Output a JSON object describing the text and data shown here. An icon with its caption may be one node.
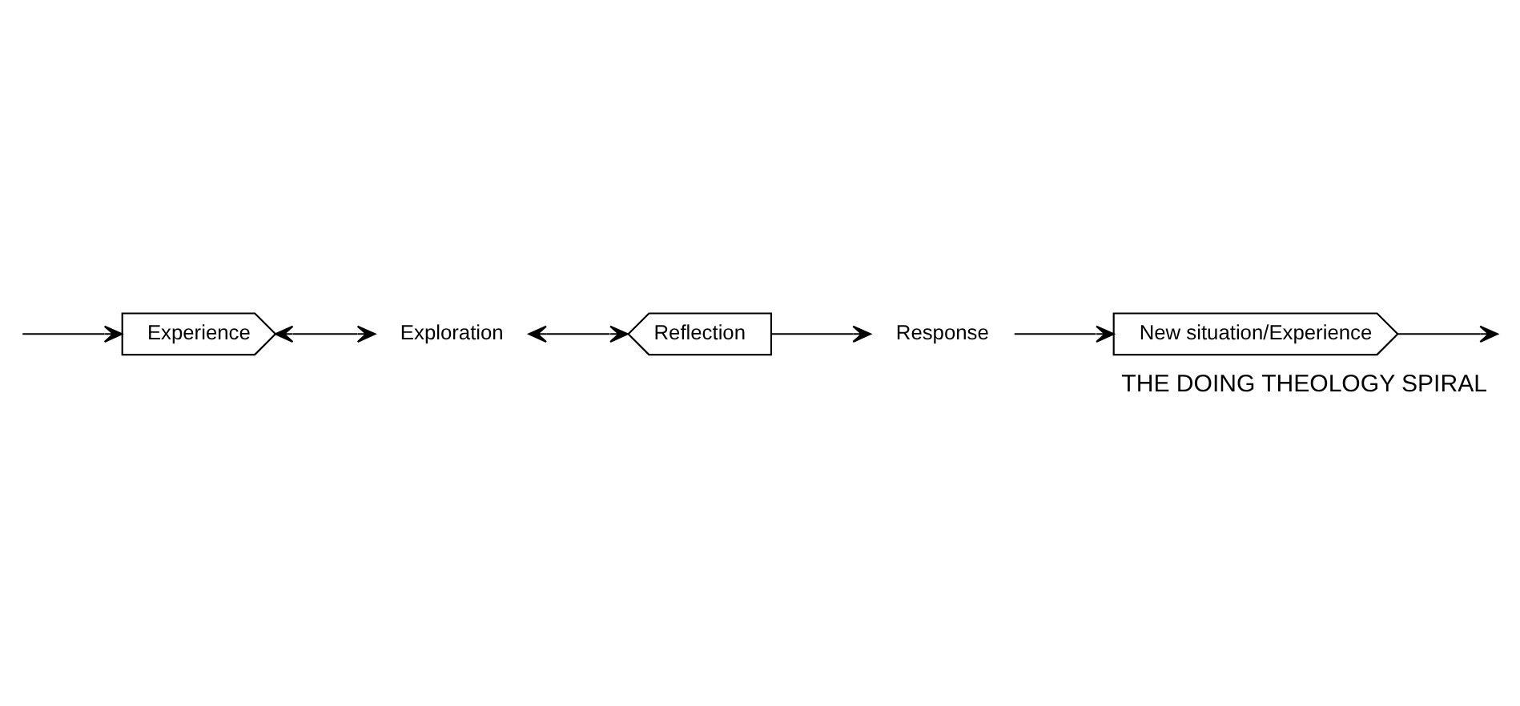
{
  "diagram": {
    "title": "THE DOING THEOLOGY SPIRAL",
    "nodes": [
      {
        "text": [
          "New situation/Experience"
        ]
      },
      {
        "text": [
          "Experience"
        ]
      },
      {
        "text": [
          "Exploration"
        ]
      },
      {
        "text": [
          "Reflection"
        ]
      },
      {
        "text": [
          "Response"
        ]
      }
    ],
    "edges": [
      {
        "from": null,
        "to": 1,
        "arrow": "to"
      },
      {
        "from": 1,
        "to": 2,
        "arrow": "both"
      },
      {
        "from": 2,
        "to": 3,
        "arrow": "both"
      },
      {
        "from": 3,
        "to": 4,
        "arrow": "to"
      },
      {
        "from": 4,
        "to": 0,
        "arrow": "to"
      },
      {
        "from": 0,
        "to": null,
        "arrow": "to"
      }
    ]
  }
}
